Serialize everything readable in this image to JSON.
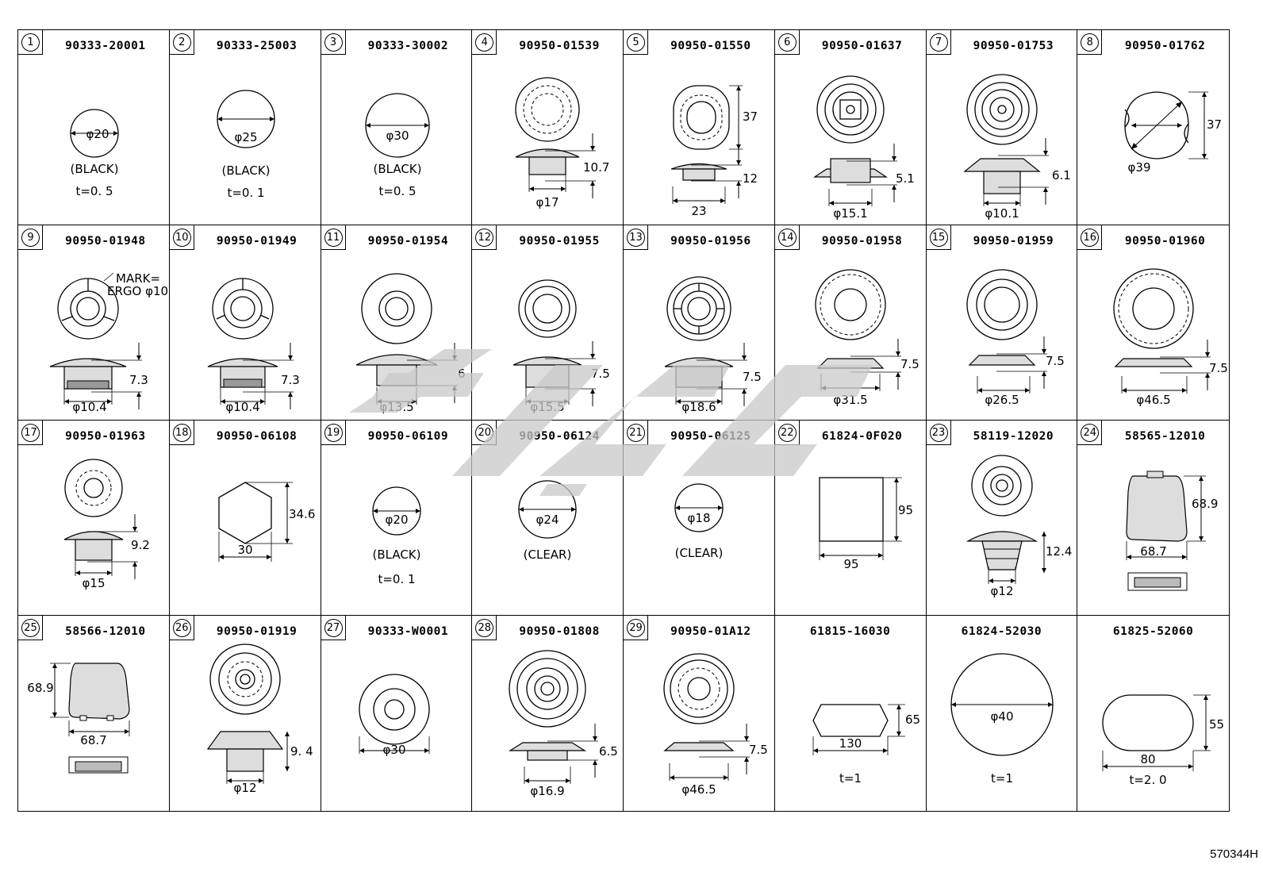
{
  "diagram_code": "570344H",
  "cells": [
    {
      "num": "1",
      "part": "90333-20001",
      "labels": [
        "φ20",
        "(BLACK)",
        "t=0. 5"
      ]
    },
    {
      "num": "2",
      "part": "90333-25003",
      "labels": [
        "φ25",
        "(BLACK)",
        "t=0. 1"
      ]
    },
    {
      "num": "3",
      "part": "90333-30002",
      "labels": [
        "φ30",
        "(BLACK)",
        "t=0. 5"
      ]
    },
    {
      "num": "4",
      "part": "90950-01539",
      "labels": [
        "10.7",
        "φ17"
      ]
    },
    {
      "num": "5",
      "part": "90950-01550",
      "labels": [
        "37",
        "12",
        "23"
      ]
    },
    {
      "num": "6",
      "part": "90950-01637",
      "labels": [
        "5.1",
        "φ15.1"
      ]
    },
    {
      "num": "7",
      "part": "90950-01753",
      "labels": [
        "6.1",
        "φ10.1"
      ]
    },
    {
      "num": "8",
      "part": "90950-01762",
      "labels": [
        "37",
        "φ39"
      ]
    },
    {
      "num": "9",
      "part": "90950-01948",
      "labels": [
        "MARK=",
        "ERGO φ10",
        "7.3",
        "φ10.4"
      ]
    },
    {
      "num": "10",
      "part": "90950-01949",
      "labels": [
        "7.3",
        "φ10.4"
      ]
    },
    {
      "num": "11",
      "part": "90950-01954",
      "labels": [
        "6",
        "φ13.5"
      ]
    },
    {
      "num": "12",
      "part": "90950-01955",
      "labels": [
        "7.5",
        "φ15.5"
      ]
    },
    {
      "num": "13",
      "part": "90950-01956",
      "labels": [
        "7.5",
        "φ18.6"
      ]
    },
    {
      "num": "14",
      "part": "90950-01958",
      "labels": [
        "7.5",
        "φ31.5"
      ]
    },
    {
      "num": "15",
      "part": "90950-01959",
      "labels": [
        "7.5",
        "φ26.5"
      ]
    },
    {
      "num": "16",
      "part": "90950-01960",
      "labels": [
        "7.5",
        "φ46.5"
      ]
    },
    {
      "num": "17",
      "part": "90950-01963",
      "labels": [
        "9.2",
        "φ15"
      ]
    },
    {
      "num": "18",
      "part": "90950-06108",
      "labels": [
        "34.6",
        "30"
      ]
    },
    {
      "num": "19",
      "part": "90950-06109",
      "labels": [
        "φ20",
        "(BLACK)",
        "t=0. 1"
      ]
    },
    {
      "num": "20",
      "part": "90950-06124",
      "labels": [
        "φ24",
        "(CLEAR)"
      ]
    },
    {
      "num": "21",
      "part": "90950-06125",
      "labels": [
        "φ18",
        "(CLEAR)"
      ]
    },
    {
      "num": "22",
      "part": "61824-0F020",
      "labels": [
        "95",
        "95"
      ]
    },
    {
      "num": "23",
      "part": "58119-12020",
      "labels": [
        "12.4",
        "φ12"
      ]
    },
    {
      "num": "24",
      "part": "58565-12010",
      "labels": [
        "68.9",
        "68.7"
      ]
    },
    {
      "num": "25",
      "part": "58566-12010",
      "labels": [
        "68.9",
        "68.7"
      ]
    },
    {
      "num": "26",
      "part": "90950-01919",
      "labels": [
        "9. 4",
        "φ12"
      ]
    },
    {
      "num": "27",
      "part": "90333-W0001",
      "labels": [
        "φ30"
      ]
    },
    {
      "num": "28",
      "part": "90950-01808",
      "labels": [
        "6.5",
        "φ16.9"
      ]
    },
    {
      "num": "29",
      "part": "90950-01A12",
      "labels": [
        "7.5",
        "φ46.5"
      ]
    },
    {
      "num": "",
      "part": "61815-16030",
      "labels": [
        "65",
        "130",
        "t=1"
      ]
    },
    {
      "num": "",
      "part": "61824-52030",
      "labels": [
        "φ40",
        "t=1"
      ]
    },
    {
      "num": "",
      "part": "61825-52060",
      "labels": [
        "55",
        "80",
        "t=2. 0"
      ]
    }
  ]
}
